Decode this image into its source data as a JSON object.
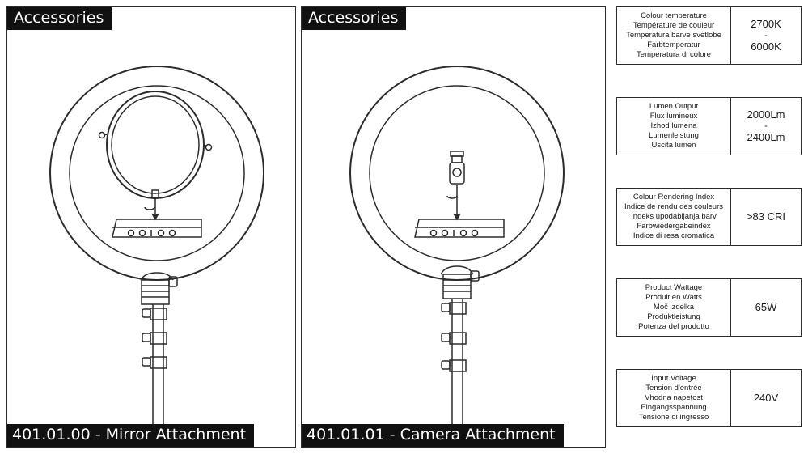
{
  "left_panel": {
    "title": "Accessories",
    "caption": "401.01.00 - Mirror Attachment"
  },
  "right_panel": {
    "title": "Accessories",
    "caption": "401.01.01 - Camera Attachment"
  },
  "specs": [
    {
      "labels": [
        "Colour temperature",
        "Température de couleur",
        "Temperatura barve svetlobe",
        "Farbtemperatur",
        "Temperatura di colore"
      ],
      "value_top": "2700K",
      "value_sep": "-",
      "value_bottom": "6000K"
    },
    {
      "labels": [
        "Lumen Output",
        "Flux lumineux",
        "Izhod lumena",
        "Lumenleistung",
        "Uscita lumen"
      ],
      "value_top": "2000Lm",
      "value_sep": "-",
      "value_bottom": "2400Lm"
    },
    {
      "labels": [
        "Colour Rendering Index",
        "Indice de rendu des couleurs",
        "Indeks upodabljanja barv",
        "Farbwiedergabeindex",
        "Indice di resa cromatica"
      ],
      "value": ">83 CRI"
    },
    {
      "labels": [
        "Product Wattage",
        "Produit en Watts",
        "Moč izdelka",
        "Produktleistung",
        "Potenza del prodotto"
      ],
      "value": "65W"
    },
    {
      "labels": [
        "Input Voltage",
        "Tension d'entrée",
        "Vhodna napetost",
        "Eingangsspannung",
        "Tensione di ingresso"
      ],
      "value": "240V"
    }
  ],
  "colors": {
    "border": "#2b2b2b",
    "label_bg": "#111111",
    "label_text": "#ffffff"
  }
}
